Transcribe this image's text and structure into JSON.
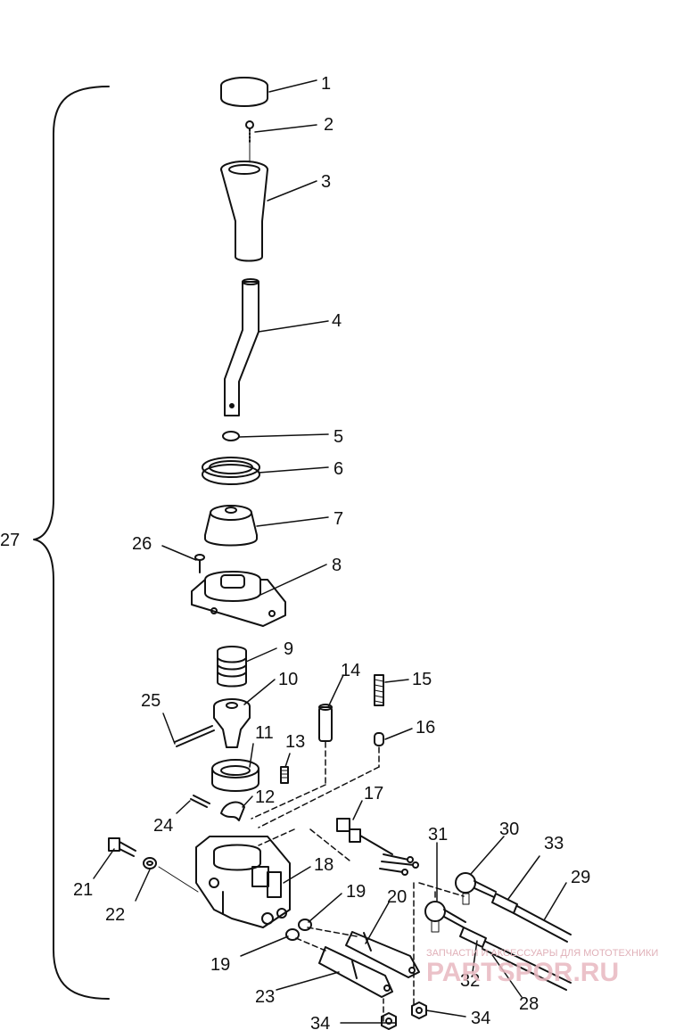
{
  "assembly_label": "27",
  "callouts": [
    {
      "id": "c1",
      "text": "1"
    },
    {
      "id": "c2",
      "text": "2"
    },
    {
      "id": "c3",
      "text": "3"
    },
    {
      "id": "c4",
      "text": "4"
    },
    {
      "id": "c5",
      "text": "5"
    },
    {
      "id": "c6",
      "text": "6"
    },
    {
      "id": "c7",
      "text": "7"
    },
    {
      "id": "c8",
      "text": "8"
    },
    {
      "id": "c9",
      "text": "9"
    },
    {
      "id": "c10",
      "text": "10"
    },
    {
      "id": "c11",
      "text": "11"
    },
    {
      "id": "c12",
      "text": "12"
    },
    {
      "id": "c13",
      "text": "13"
    },
    {
      "id": "c14",
      "text": "14"
    },
    {
      "id": "c15",
      "text": "15"
    },
    {
      "id": "c16",
      "text": "16"
    },
    {
      "id": "c17",
      "text": "17"
    },
    {
      "id": "c18",
      "text": "18"
    },
    {
      "id": "c19a",
      "text": "19"
    },
    {
      "id": "c19b",
      "text": "19"
    },
    {
      "id": "c20",
      "text": "20"
    },
    {
      "id": "c21",
      "text": "21"
    },
    {
      "id": "c22",
      "text": "22"
    },
    {
      "id": "c23",
      "text": "23"
    },
    {
      "id": "c24",
      "text": "24"
    },
    {
      "id": "c25",
      "text": "25"
    },
    {
      "id": "c26",
      "text": "26"
    },
    {
      "id": "c28",
      "text": "28"
    },
    {
      "id": "c29",
      "text": "29"
    },
    {
      "id": "c30",
      "text": "30"
    },
    {
      "id": "c31",
      "text": "31"
    },
    {
      "id": "c32",
      "text": "32"
    },
    {
      "id": "c33",
      "text": "33"
    },
    {
      "id": "c34a",
      "text": "34"
    },
    {
      "id": "c34b",
      "text": "34"
    }
  ],
  "watermark": {
    "caption": "ЗАПЧАСТИ И АКСЕССУАРЫ ДЛЯ МОТОТЕХНИКИ",
    "logo": "PARTSPOR.RU",
    "color": "#e8b8c0"
  }
}
